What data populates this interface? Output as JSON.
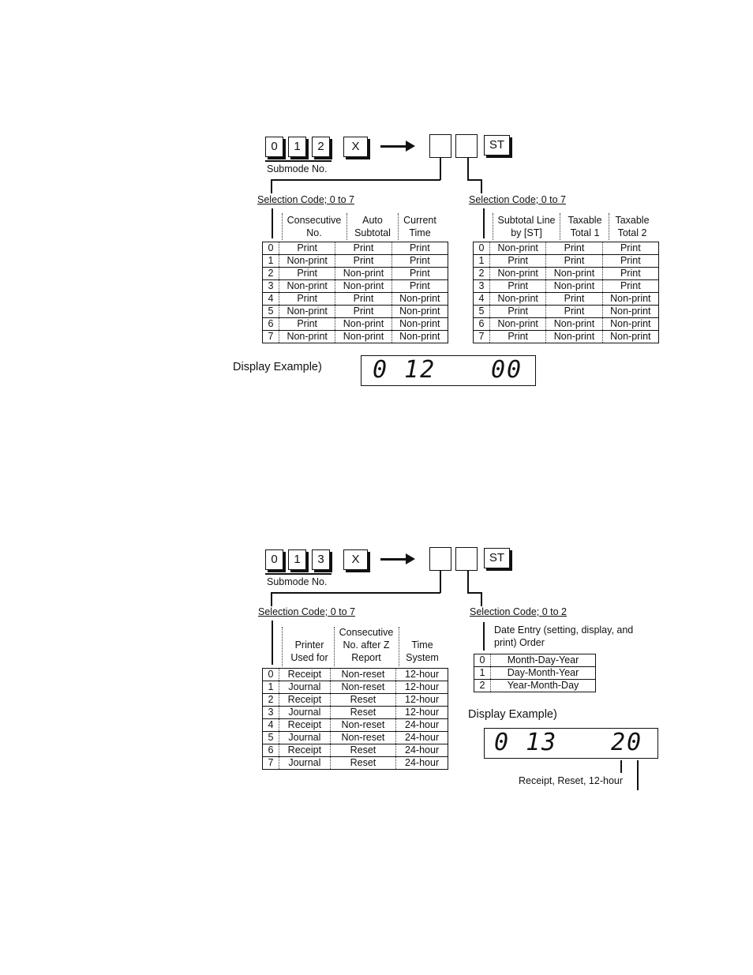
{
  "section1": {
    "keys": [
      "0",
      "1",
      "2",
      "X",
      "ST"
    ],
    "submode_label": "Submode No.",
    "sel_left_label": "Selection Code; 0 to 7",
    "sel_right_label": "Selection Code; 0 to 7",
    "left_table": {
      "headers": [
        "Consecutive No.",
        "Auto Subtotal",
        "Current Time"
      ],
      "rows": [
        [
          "0",
          "Print",
          "Print",
          "Print"
        ],
        [
          "1",
          "Non-print",
          "Print",
          "Print"
        ],
        [
          "2",
          "Print",
          "Non-print",
          "Print"
        ],
        [
          "3",
          "Non-print",
          "Non-print",
          "Print"
        ],
        [
          "4",
          "Print",
          "Print",
          "Non-print"
        ],
        [
          "5",
          "Non-print",
          "Print",
          "Non-print"
        ],
        [
          "6",
          "Print",
          "Non-print",
          "Non-print"
        ],
        [
          "7",
          "Non-print",
          "Non-print",
          "Non-print"
        ]
      ]
    },
    "right_table": {
      "headers": [
        "Subtotal Line by [ST]",
        "Taxable Total 1",
        "Taxable Total 2"
      ],
      "rows": [
        [
          "0",
          "Non-print",
          "Print",
          "Print"
        ],
        [
          "1",
          "Print",
          "Print",
          "Print"
        ],
        [
          "2",
          "Non-print",
          "Non-print",
          "Print"
        ],
        [
          "3",
          "Print",
          "Non-print",
          "Print"
        ],
        [
          "4",
          "Non-print",
          "Print",
          "Non-print"
        ],
        [
          "5",
          "Print",
          "Print",
          "Non-print"
        ],
        [
          "6",
          "Non-print",
          "Non-print",
          "Non-print"
        ],
        [
          "7",
          "Print",
          "Non-print",
          "Non-print"
        ]
      ]
    },
    "display_label": "Display Example)",
    "display_left": "0 12",
    "display_right": "00"
  },
  "section2": {
    "keys": [
      "0",
      "1",
      "3",
      "X",
      "ST"
    ],
    "submode_label": "Submode No.",
    "sel_left_label": "Selection Code; 0 to 7",
    "sel_right_label": "Selection Code; 0 to 2",
    "left_table": {
      "headers": [
        "Printer Used for",
        "Consecutive No. after Z Report",
        "Time System"
      ],
      "rows": [
        [
          "0",
          "Receipt",
          "Non-reset",
          "12-hour"
        ],
        [
          "1",
          "Journal",
          "Non-reset",
          "12-hour"
        ],
        [
          "2",
          "Receipt",
          "Reset",
          "12-hour"
        ],
        [
          "3",
          "Journal",
          "Reset",
          "12-hour"
        ],
        [
          "4",
          "Receipt",
          "Non-reset",
          "24-hour"
        ],
        [
          "5",
          "Journal",
          "Non-reset",
          "24-hour"
        ],
        [
          "6",
          "Receipt",
          "Reset",
          "24-hour"
        ],
        [
          "7",
          "Journal",
          "Reset",
          "24-hour"
        ]
      ]
    },
    "date_entry_label": "Date Entry (setting, display, and print) Order",
    "right_table": {
      "rows": [
        [
          "0",
          "Month-Day-Year"
        ],
        [
          "1",
          "Day-Month-Year"
        ],
        [
          "2",
          "Year-Month-Day"
        ]
      ]
    },
    "display_label": "Display Example)",
    "display_left": "0 13",
    "display_right": "20",
    "display_note": "Receipt, Reset, 12-hour"
  }
}
